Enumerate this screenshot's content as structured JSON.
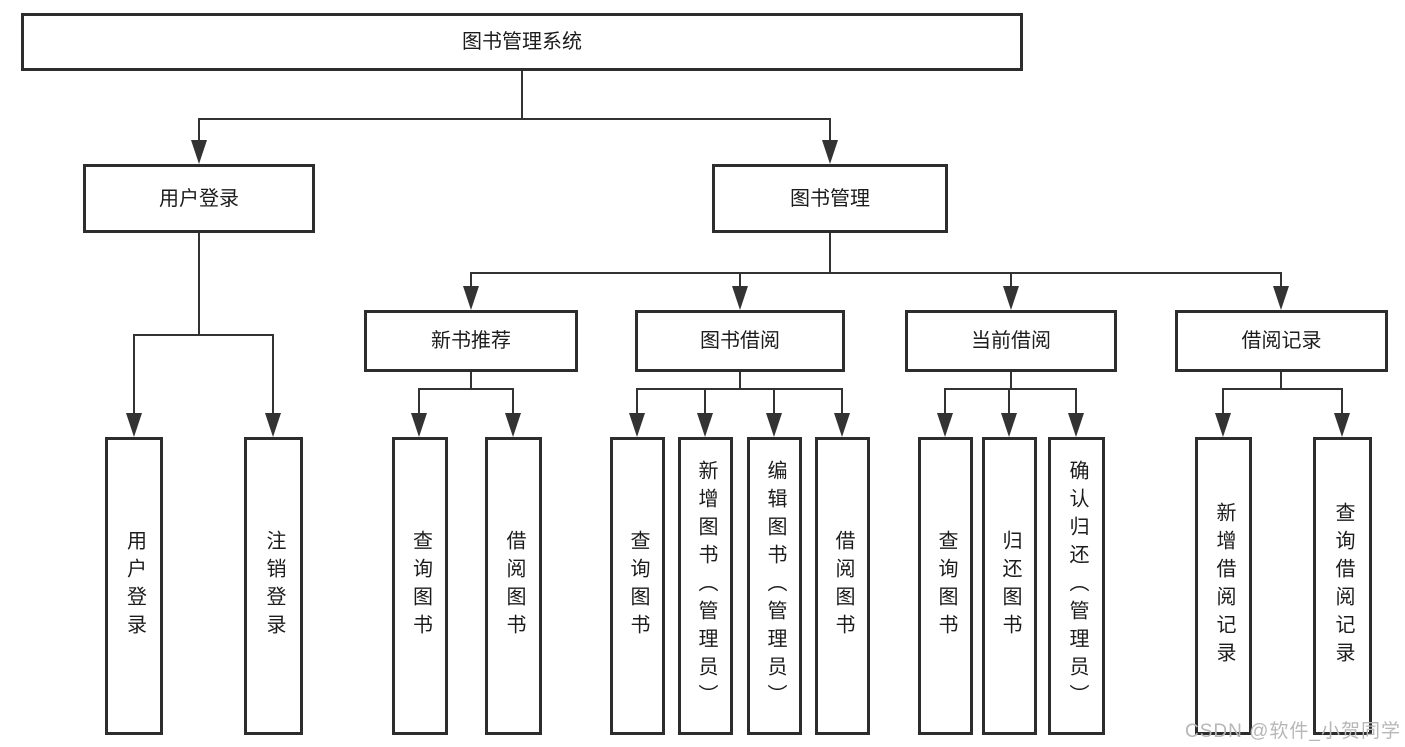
{
  "diagram": {
    "root": {
      "label": "图书管理系统"
    },
    "level2": {
      "login": {
        "label": "用户登录"
      },
      "manage": {
        "label": "图书管理"
      }
    },
    "level3": {
      "recommend": {
        "label": "新书推荐"
      },
      "borrow": {
        "label": "图书借阅"
      },
      "current": {
        "label": "当前借阅"
      },
      "records": {
        "label": "借阅记录"
      }
    },
    "leaves": {
      "login": [
        "用户登录",
        "注销登录"
      ],
      "recommend": [
        "查询图书",
        "借阅图书"
      ],
      "borrow": [
        "查询图书",
        "新增图书（管理员）",
        "编辑图书（管理员）",
        "借阅图书"
      ],
      "current": [
        "查询图书",
        "归还图书",
        "确认归还（管理员）"
      ],
      "records": [
        "新增借阅记录",
        "查询借阅记录"
      ]
    },
    "colors": {
      "line": "#333333",
      "box_border": "#2d2d2d",
      "text": "#1c1c1c",
      "background": "#ffffff",
      "watermark": "#b7b7b7"
    }
  },
  "watermark": {
    "text": "CSDN @软件_小贺同学"
  }
}
